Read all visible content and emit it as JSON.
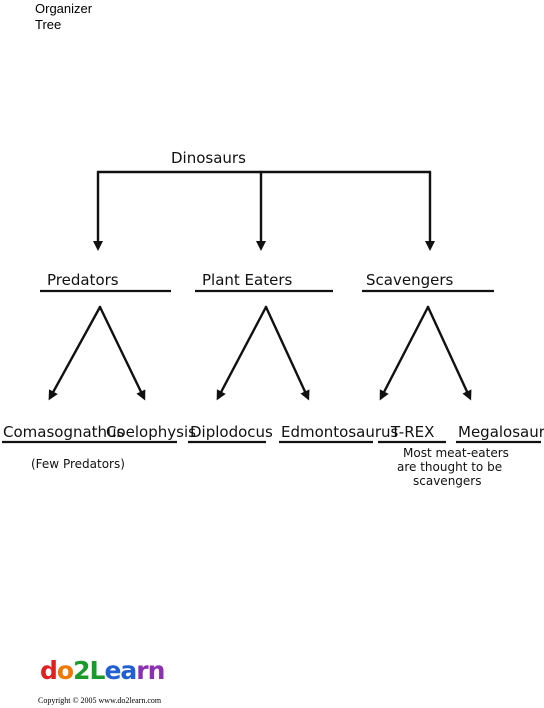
{
  "header": {
    "line1": "Organizer",
    "line2": "Tree"
  },
  "root": "Dinosaurs",
  "categories": [
    {
      "label": "Predators"
    },
    {
      "label": "Plant Eaters"
    },
    {
      "label": "Scavengers"
    }
  ],
  "leaves": [
    {
      "label": "Comasognathus"
    },
    {
      "label": "Coelophysis"
    },
    {
      "label": "Diplodocus"
    },
    {
      "label": "Edmontosaurus"
    },
    {
      "label": "T-REX"
    },
    {
      "label": "Megalosaurus"
    }
  ],
  "notes": {
    "predators": "(Few Predators)",
    "scavengers": [
      "Most meat-eaters",
      "are thought to be",
      "scavengers"
    ]
  },
  "logo": {
    "d": "d",
    "o": "o",
    "two": "2",
    "l": "L",
    "e": "e",
    "a": "a",
    "r": "r",
    "n": "n"
  },
  "colors": {
    "d": "#e02020",
    "o": "#f07800",
    "two": "#1a9a2a",
    "l": "#1a9a2a",
    "e": "#2060d0",
    "a": "#2060d0",
    "r": "#8a30b0",
    "n": "#8a30b0"
  },
  "footer": "Copyright © 2005 www.do2learn.com"
}
